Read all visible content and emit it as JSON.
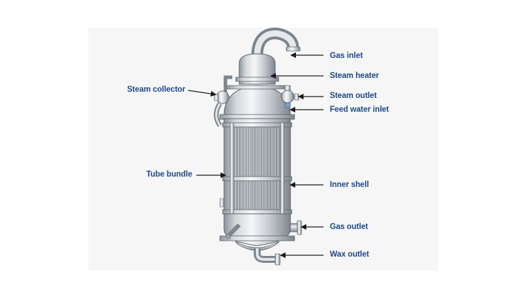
{
  "diagram": {
    "label_color": "#1f4a86",
    "arrow_color": "#1a1a1a",
    "labels": {
      "gas_inlet": "Gas inlet",
      "steam_heater": "Steam heater",
      "steam_outlet": "Steam outlet",
      "feed_water_inlet": "Feed water inlet",
      "inner_shell": "Inner shell",
      "gas_outlet": "Gas outlet",
      "wax_outlet": "Wax outlet",
      "steam_collector": "Steam collector",
      "tube_bundle": "Tube bundle"
    }
  }
}
